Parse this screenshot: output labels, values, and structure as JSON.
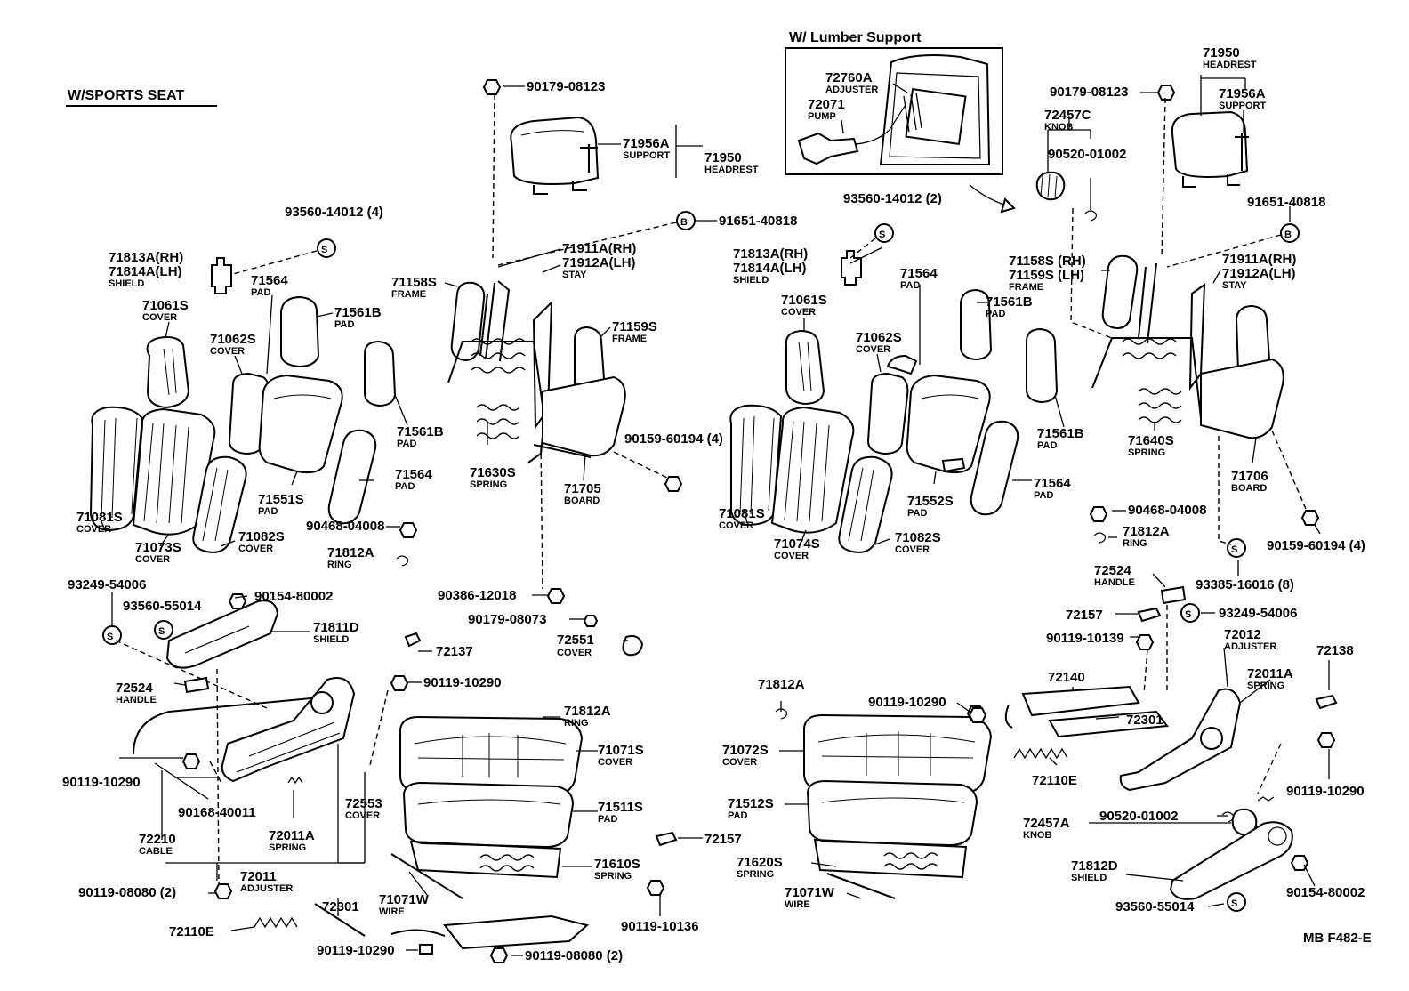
{
  "section_title": "W/SPORTS SEAT",
  "inset_title": "W/ Lumber Support",
  "figure_code": "MB  F482-E",
  "symbols": {
    "s": "S",
    "b": "B"
  },
  "callouts": [
    {
      "id": "c001",
      "pn": "90179-08123",
      "name": ""
    },
    {
      "id": "c002",
      "pn": "71956A",
      "name": "SUPPORT"
    },
    {
      "id": "c003",
      "pn": "71950",
      "name": "HEADREST"
    },
    {
      "id": "c004",
      "pn": "93560-14012 (4)",
      "name": ""
    },
    {
      "id": "c005",
      "pn": "91651-40818",
      "name": ""
    },
    {
      "id": "c006",
      "pn": "71813A(RH)",
      "name": ""
    },
    {
      "id": "c007",
      "pn": "71814A(LH)",
      "name": "SHIELD"
    },
    {
      "id": "c008",
      "pn": "71911A(RH)",
      "name": ""
    },
    {
      "id": "c009",
      "pn": "71912A(LH)",
      "name": "STAY"
    },
    {
      "id": "c010",
      "pn": "71158S",
      "name": "FRAME"
    },
    {
      "id": "c011",
      "pn": "71564",
      "name": "PAD"
    },
    {
      "id": "c012",
      "pn": "71561B",
      "name": "PAD"
    },
    {
      "id": "c013",
      "pn": "71061S",
      "name": "COVER"
    },
    {
      "id": "c014",
      "pn": "71062S",
      "name": "COVER"
    },
    {
      "id": "c015",
      "pn": "71159S",
      "name": "FRAME"
    },
    {
      "id": "c016",
      "pn": "71561B",
      "name": "PAD"
    },
    {
      "id": "c017",
      "pn": "90159-60194 (4)",
      "name": ""
    },
    {
      "id": "c018",
      "pn": "71630S",
      "name": "SPRING"
    },
    {
      "id": "c019",
      "pn": "71705",
      "name": "BOARD"
    },
    {
      "id": "c020",
      "pn": "71564",
      "name": "PAD"
    },
    {
      "id": "c021",
      "pn": "71551S",
      "name": "PAD"
    },
    {
      "id": "c022",
      "pn": "71081S",
      "name": "COVER"
    },
    {
      "id": "c023",
      "pn": "90468-04008",
      "name": ""
    },
    {
      "id": "c024",
      "pn": "71073S",
      "name": "COVER"
    },
    {
      "id": "c025",
      "pn": "71082S",
      "name": "COVER"
    },
    {
      "id": "c026",
      "pn": "71812A",
      "name": "RING"
    },
    {
      "id": "c027",
      "pn": "93249-54006",
      "name": ""
    },
    {
      "id": "c028",
      "pn": "90154-80002",
      "name": ""
    },
    {
      "id": "c029",
      "pn": "90386-12018",
      "name": ""
    },
    {
      "id": "c030",
      "pn": "93560-55014",
      "name": ""
    },
    {
      "id": "c031",
      "pn": "71811D",
      "name": "SHIELD"
    },
    {
      "id": "c032",
      "pn": "90179-08073",
      "name": ""
    },
    {
      "id": "c033",
      "pn": "72551",
      "name": "COVER"
    },
    {
      "id": "c034",
      "pn": "72137",
      "name": ""
    },
    {
      "id": "c035",
      "pn": "72524",
      "name": "HANDLE"
    },
    {
      "id": "c036",
      "pn": "90119-10290",
      "name": ""
    },
    {
      "id": "c037",
      "pn": "71812A",
      "name": "RING"
    },
    {
      "id": "c038",
      "pn": "71071S",
      "name": "COVER"
    },
    {
      "id": "c039",
      "pn": "90119-10290",
      "name": ""
    },
    {
      "id": "c040",
      "pn": "72553",
      "name": "COVER"
    },
    {
      "id": "c041",
      "pn": "90168-40011",
      "name": ""
    },
    {
      "id": "c042",
      "pn": "71511S",
      "name": "PAD"
    },
    {
      "id": "c043",
      "pn": "72210",
      "name": "CABLE"
    },
    {
      "id": "c044",
      "pn": "72011A",
      "name": "SPRING"
    },
    {
      "id": "c045",
      "pn": "72157",
      "name": ""
    },
    {
      "id": "c046",
      "pn": "72011",
      "name": "ADJUSTER"
    },
    {
      "id": "c047",
      "pn": "71610S",
      "name": "SPRING"
    },
    {
      "id": "c048",
      "pn": "90119-08080 (2)",
      "name": ""
    },
    {
      "id": "c049",
      "pn": "72301",
      "name": ""
    },
    {
      "id": "c050",
      "pn": "71071W",
      "name": "WIRE"
    },
    {
      "id": "c051",
      "pn": "72110E",
      "name": ""
    },
    {
      "id": "c052",
      "pn": "90119-10136",
      "name": ""
    },
    {
      "id": "c053",
      "pn": "90119-10290",
      "name": ""
    },
    {
      "id": "c054",
      "pn": "90119-08080 (2)",
      "name": ""
    },
    {
      "id": "c055",
      "pn": "72760A",
      "name": "ADJUSTER"
    },
    {
      "id": "c056",
      "pn": "72071",
      "name": "PUMP"
    },
    {
      "id": "c057",
      "pn": "93560-14012 (2)",
      "name": ""
    },
    {
      "id": "c058",
      "pn": "71813A(RH)",
      "name": ""
    },
    {
      "id": "c059",
      "pn": "71814A(LH)",
      "name": "SHIELD"
    },
    {
      "id": "c060",
      "pn": "71564",
      "name": "PAD"
    },
    {
      "id": "c061",
      "pn": "71061S",
      "name": "COVER"
    },
    {
      "id": "c062",
      "pn": "71561B",
      "name": "PAD"
    },
    {
      "id": "c063",
      "pn": "71062S",
      "name": "COVER"
    },
    {
      "id": "c064",
      "pn": "71561B",
      "name": "PAD"
    },
    {
      "id": "c065",
      "pn": "71081S",
      "name": "COVER"
    },
    {
      "id": "c066",
      "pn": "71552S",
      "name": "PAD"
    },
    {
      "id": "c067",
      "pn": "71564",
      "name": "PAD"
    },
    {
      "id": "c068",
      "pn": "71074S",
      "name": "COVER"
    },
    {
      "id": "c069",
      "pn": "71082S",
      "name": "COVER"
    },
    {
      "id": "c070",
      "pn": "71812A",
      "name": ""
    },
    {
      "id": "c071",
      "pn": "90119-10290",
      "name": ""
    },
    {
      "id": "c072",
      "pn": "71072S",
      "name": "COVER"
    },
    {
      "id": "c073",
      "pn": "71512S",
      "name": "PAD"
    },
    {
      "id": "c074",
      "pn": "71620S",
      "name": "SPRING"
    },
    {
      "id": "c075",
      "pn": "71071W",
      "name": "WIRE"
    },
    {
      "id": "c076",
      "pn": "90179-08123",
      "name": ""
    },
    {
      "id": "c077",
      "pn": "71950",
      "name": "HEADREST"
    },
    {
      "id": "c078",
      "pn": "71956A",
      "name": "SUPPORT"
    },
    {
      "id": "c079",
      "pn": "72457C",
      "name": "KNOB"
    },
    {
      "id": "c080",
      "pn": "90520-01002",
      "name": ""
    },
    {
      "id": "c081",
      "pn": "91651-40818",
      "name": ""
    },
    {
      "id": "c082",
      "pn": "71158S (RH)",
      "name": ""
    },
    {
      "id": "c083",
      "pn": "71159S (LH)",
      "name": "FRAME"
    },
    {
      "id": "c084",
      "pn": "71911A(RH)",
      "name": ""
    },
    {
      "id": "c085",
      "pn": "71912A(LH)",
      "name": "STAY"
    },
    {
      "id": "c086",
      "pn": "71640S",
      "name": "SPRING"
    },
    {
      "id": "c087",
      "pn": "71706",
      "name": "BOARD"
    },
    {
      "id": "c088",
      "pn": "90468-04008",
      "name": ""
    },
    {
      "id": "c089",
      "pn": "71812A",
      "name": "RING"
    },
    {
      "id": "c090",
      "pn": "90159-60194 (4)",
      "name": ""
    },
    {
      "id": "c091",
      "pn": "72524",
      "name": "HANDLE"
    },
    {
      "id": "c092",
      "pn": "93385-16016 (8)",
      "name": ""
    },
    {
      "id": "c093",
      "pn": "72157",
      "name": ""
    },
    {
      "id": "c094",
      "pn": "93249-54006",
      "name": ""
    },
    {
      "id": "c095",
      "pn": "90119-10139",
      "name": ""
    },
    {
      "id": "c096",
      "pn": "72012",
      "name": "ADJUSTER"
    },
    {
      "id": "c097",
      "pn": "72138",
      "name": ""
    },
    {
      "id": "c098",
      "pn": "72011A",
      "name": "SPRING"
    },
    {
      "id": "c099",
      "pn": "72140",
      "name": ""
    },
    {
      "id": "c100",
      "pn": "72301",
      "name": ""
    },
    {
      "id": "c101",
      "pn": "72110E",
      "name": ""
    },
    {
      "id": "c102",
      "pn": "90119-10290",
      "name": ""
    },
    {
      "id": "c103",
      "pn": "90520-01002",
      "name": ""
    },
    {
      "id": "c104",
      "pn": "72457A",
      "name": "KNOB"
    },
    {
      "id": "c105",
      "pn": "71812D",
      "name": "SHIELD"
    },
    {
      "id": "c106",
      "pn": "90154-80002",
      "name": ""
    },
    {
      "id": "c107",
      "pn": "93560-55014",
      "name": ""
    }
  ]
}
